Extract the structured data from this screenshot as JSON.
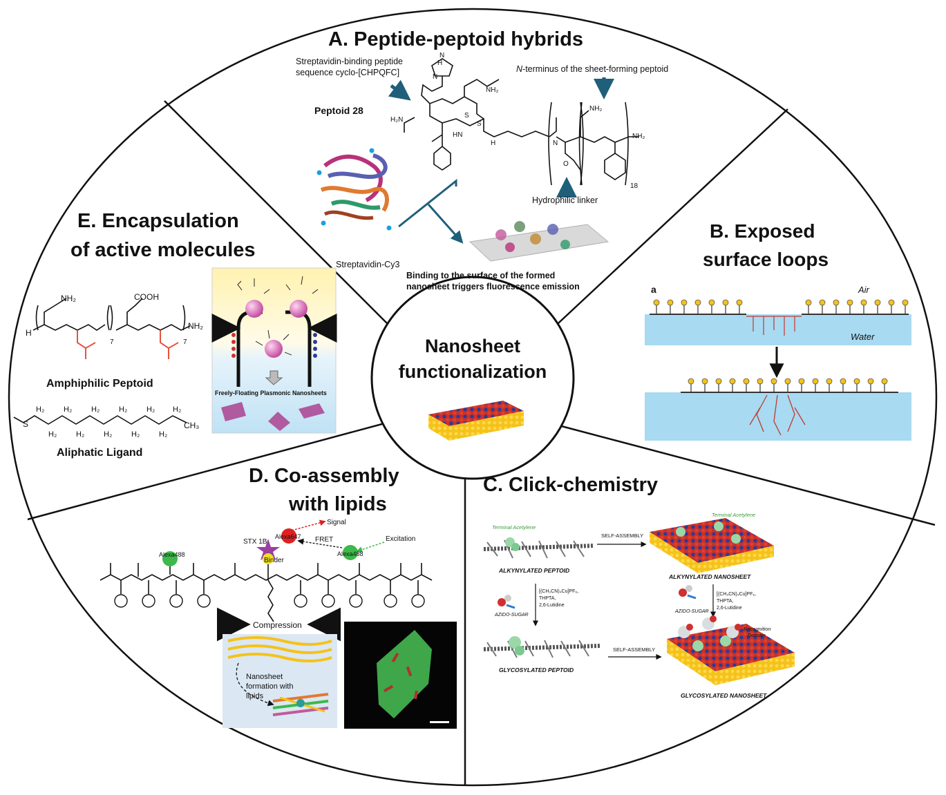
{
  "center": {
    "title_line1": "Nanosheet",
    "title_line2": "functionalization"
  },
  "sections": {
    "a": {
      "title": "A.  Peptide-peptoid hybrids",
      "streptavidin_peptide_line1": "Streptavidin-binding peptide",
      "streptavidin_peptide_line2": "sequence cyclo-[CHPQFC]",
      "n_terminus_prefix": "N",
      "n_terminus_rest": "-terminus of the sheet-forming peptoid",
      "peptoid_label": "Peptoid 28",
      "hydrophilic_linker": "Hydrophilic linker",
      "streptavidin_cy3": "Streptavidin-Cy3",
      "binding_line1": "Binding to the surface of the formed",
      "binding_line2": "nanosheet triggers fluorescence emission",
      "repeat_subscript": "18"
    },
    "b": {
      "title_line1": "B.   Exposed",
      "title_line2": "surface loops",
      "panel_letter": "a",
      "air": "Air",
      "water": "Water"
    },
    "c": {
      "title": "C.  Click-chemistry",
      "terminal_acetylene": "Terminal Acetylene",
      "terminal_acetylene_2": "Terminal Acetylene",
      "self_assembly_1": "SELF-ASSEMBLY",
      "self_assembly_2": "SELF-ASSEMBLY",
      "alkynylated_peptoid": "ALKYNYLATED PEPTOID",
      "alkynylated_nanosheet": "ALKYNYLATED NANOSHEET",
      "azido_sugar_1": "AZIDO-SUGAR",
      "azido_sugar_2": "AZIDO-SUGAR",
      "reagent_line1": "[(CH₃CN)₄Cu]PF₆,",
      "reagent_line2": "THPTA,",
      "reagent_line3": "2,6-Lutidine",
      "glycosylated_peptoid": "GLYCOSYLATED PEPTOID",
      "glycosylated_nanosheet": "GLYCOSYLATED NANOSHEET",
      "recognition_line1": "Recognition",
      "recognition_line2": "Domain"
    },
    "d": {
      "title_line1": "D.   Co-assembly",
      "title_line2": "with lipids",
      "signal": "Signal",
      "alexa647": "Alexa647",
      "fret": "FRET",
      "excitation": "Excitation",
      "stx1b": "STX 1B",
      "alexa488_left": "Alexa488",
      "alexa488_right": "Alexa488",
      "binder": "Binder",
      "compression": "Compression",
      "formation_line1": "Nanosheet",
      "formation_line2": "formation with",
      "formation_line3": "lipids"
    },
    "e": {
      "title_line1": "E.   Encapsulation",
      "title_line2": "of active molecules",
      "amphiphilic_peptoid": "Amphiphilic Peptoid",
      "aliphatic_ligand": "Aliphatic Ligand",
      "plasmonic": "Freely-Floating Plasmonic Nanosheets",
      "nh2": "NH₂",
      "cooh": "COOH",
      "subscript_7": "7"
    }
  },
  "colors": {
    "water_blue": "#a8daf2",
    "nanosheet_yellow": "#f4c21a",
    "nanosheet_red": "#c8322a",
    "nanosheet_blue": "#2a3a9a",
    "arrow_teal": "#1f5f7a",
    "alexa647_red": "#e02020",
    "alexa488_green": "#3cb94a",
    "binder_yellow": "#f0e020",
    "stx_purple": "#9b3fa0",
    "nanoparticle_pink": "#e070c0",
    "red_chain": "#e5533d",
    "confocal_green": "#3fa64a"
  }
}
